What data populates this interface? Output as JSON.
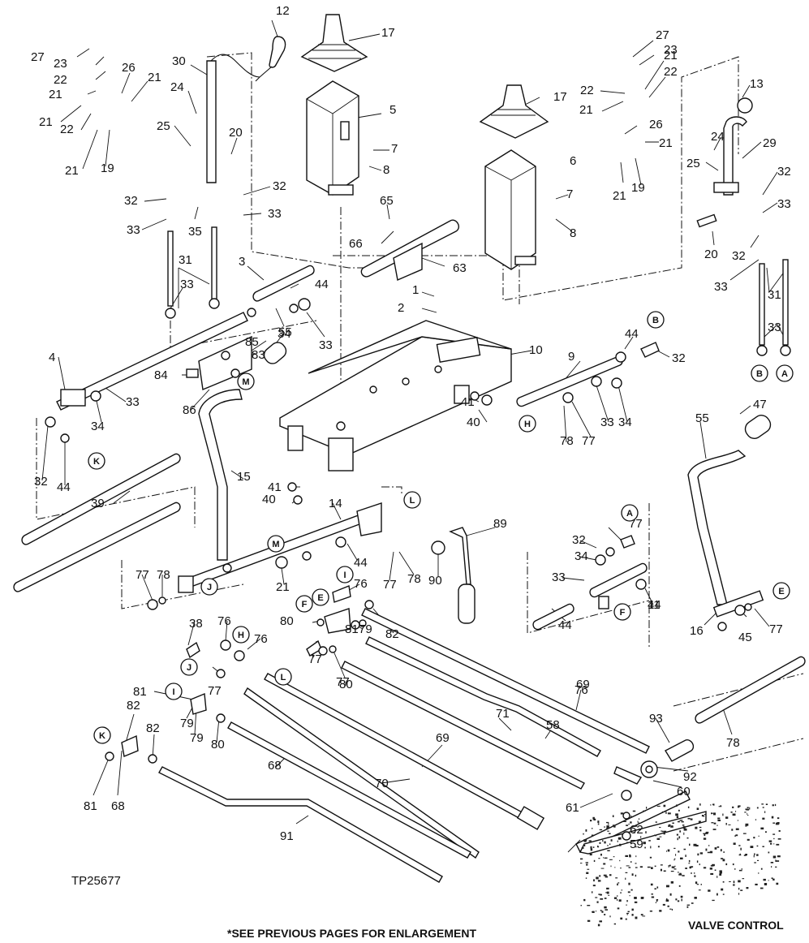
{
  "figure_id": "TP25677",
  "footnote": "*SEE PREVIOUS PAGES FOR ENLARGEMENT",
  "title": "VALVE CONTROL",
  "part_labels": [
    {
      "text": "12"
    },
    {
      "text": "17"
    },
    {
      "text": "27"
    },
    {
      "text": "23"
    },
    {
      "text": "22"
    },
    {
      "text": "21"
    },
    {
      "text": "26"
    },
    {
      "text": "21"
    },
    {
      "text": "21"
    },
    {
      "text": "22"
    },
    {
      "text": "21"
    },
    {
      "text": "19"
    },
    {
      "text": "30"
    },
    {
      "text": "24"
    },
    {
      "text": "25"
    },
    {
      "text": "20"
    },
    {
      "text": "5"
    },
    {
      "text": "7"
    },
    {
      "text": "8"
    },
    {
      "text": "32"
    },
    {
      "text": "33"
    },
    {
      "text": "35"
    },
    {
      "text": "32"
    },
    {
      "text": "33"
    },
    {
      "text": "31"
    },
    {
      "text": "33"
    },
    {
      "text": "3"
    },
    {
      "text": "44"
    },
    {
      "text": "34"
    },
    {
      "text": "33"
    },
    {
      "text": "65"
    },
    {
      "text": "66"
    },
    {
      "text": "63"
    },
    {
      "text": "1"
    },
    {
      "text": "2"
    },
    {
      "text": "27"
    },
    {
      "text": "23"
    },
    {
      "text": "21"
    },
    {
      "text": "22"
    },
    {
      "text": "22"
    },
    {
      "text": "21"
    },
    {
      "text": "13"
    },
    {
      "text": "17"
    },
    {
      "text": "6"
    },
    {
      "text": "26"
    },
    {
      "text": "21"
    },
    {
      "text": "21"
    },
    {
      "text": "19"
    },
    {
      "text": "24"
    },
    {
      "text": "29"
    },
    {
      "text": "25"
    },
    {
      "text": "32"
    },
    {
      "text": "33"
    },
    {
      "text": "7"
    },
    {
      "text": "8"
    },
    {
      "text": "20"
    },
    {
      "text": "32"
    },
    {
      "text": "33"
    },
    {
      "text": "31"
    },
    {
      "text": "33"
    },
    {
      "text": "4"
    },
    {
      "text": "85"
    },
    {
      "text": "83"
    },
    {
      "text": "55"
    },
    {
      "text": "84"
    },
    {
      "text": "86"
    },
    {
      "text": "33"
    },
    {
      "text": "34"
    },
    {
      "text": "32"
    },
    {
      "text": "44"
    },
    {
      "text": "10"
    },
    {
      "text": "9"
    },
    {
      "text": "44"
    },
    {
      "text": "32"
    },
    {
      "text": "41"
    },
    {
      "text": "40"
    },
    {
      "text": "78"
    },
    {
      "text": "77"
    },
    {
      "text": "33"
    },
    {
      "text": "34"
    },
    {
      "text": "39"
    },
    {
      "text": "15"
    },
    {
      "text": "41"
    },
    {
      "text": "40"
    },
    {
      "text": "14"
    },
    {
      "text": "44"
    },
    {
      "text": "21"
    },
    {
      "text": "77"
    },
    {
      "text": "78"
    },
    {
      "text": "77"
    },
    {
      "text": "78"
    },
    {
      "text": "44"
    },
    {
      "text": "89"
    },
    {
      "text": "90"
    },
    {
      "text": "76"
    },
    {
      "text": "80"
    },
    {
      "text": "81"
    },
    {
      "text": "79"
    },
    {
      "text": "82"
    },
    {
      "text": "77"
    },
    {
      "text": "76"
    },
    {
      "text": "77"
    },
    {
      "text": "32"
    },
    {
      "text": "34"
    },
    {
      "text": "33"
    },
    {
      "text": "11"
    },
    {
      "text": "44"
    },
    {
      "text": "47"
    },
    {
      "text": "55"
    },
    {
      "text": "16"
    },
    {
      "text": "45"
    },
    {
      "text": "77"
    },
    {
      "text": "78"
    },
    {
      "text": "38"
    },
    {
      "text": "76"
    },
    {
      "text": "76"
    },
    {
      "text": "77"
    },
    {
      "text": "77"
    },
    {
      "text": "80"
    },
    {
      "text": "81"
    },
    {
      "text": "79"
    },
    {
      "text": "79"
    },
    {
      "text": "82"
    },
    {
      "text": "82"
    },
    {
      "text": "80"
    },
    {
      "text": "81"
    },
    {
      "text": "68"
    },
    {
      "text": "69"
    },
    {
      "text": "71"
    },
    {
      "text": "58"
    },
    {
      "text": "69"
    },
    {
      "text": "68"
    },
    {
      "text": "70"
    },
    {
      "text": "91"
    },
    {
      "text": "93"
    },
    {
      "text": "92"
    },
    {
      "text": "60"
    },
    {
      "text": "61"
    },
    {
      "text": "62"
    },
    {
      "text": "59"
    }
  ],
  "callouts": [
    {
      "letter": "M"
    },
    {
      "letter": "K"
    },
    {
      "letter": "B"
    },
    {
      "letter": "B"
    },
    {
      "letter": "A"
    },
    {
      "letter": "H"
    },
    {
      "letter": "L"
    },
    {
      "letter": "M"
    },
    {
      "letter": "I"
    },
    {
      "letter": "J"
    },
    {
      "letter": "A"
    },
    {
      "letter": "F"
    },
    {
      "letter": "E"
    },
    {
      "letter": "F"
    },
    {
      "letter": "E"
    },
    {
      "letter": "J"
    },
    {
      "letter": "H"
    },
    {
      "letter": "L"
    },
    {
      "letter": "I"
    },
    {
      "letter": "K"
    }
  ]
}
